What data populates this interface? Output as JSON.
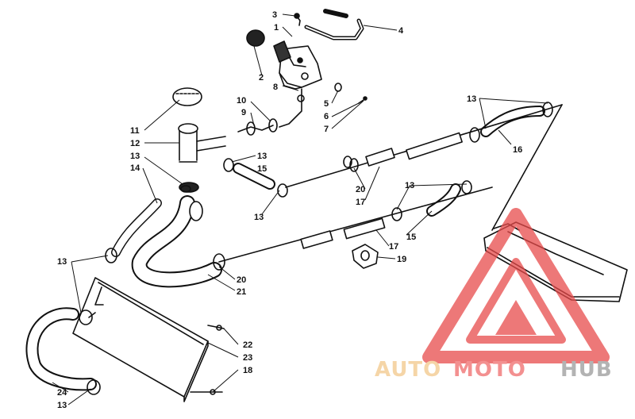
{
  "labels": [
    "1",
    "2",
    "3",
    "4",
    "5",
    "6",
    "7",
    "8",
    "9",
    "10",
    "11",
    "12",
    "13",
    "14",
    "15",
    "16",
    "17",
    "18",
    "19",
    "20",
    "21",
    "22",
    "23",
    "24"
  ],
  "watermark": {
    "part_a": "AUTO",
    "part_b": "MOTO",
    "part_c": "HUB",
    "colors": {
      "auto": "#f2c88a",
      "moto": "#ef6b6b",
      "hub": "#9a9a9a",
      "triangle": "#e84b4b"
    }
  }
}
